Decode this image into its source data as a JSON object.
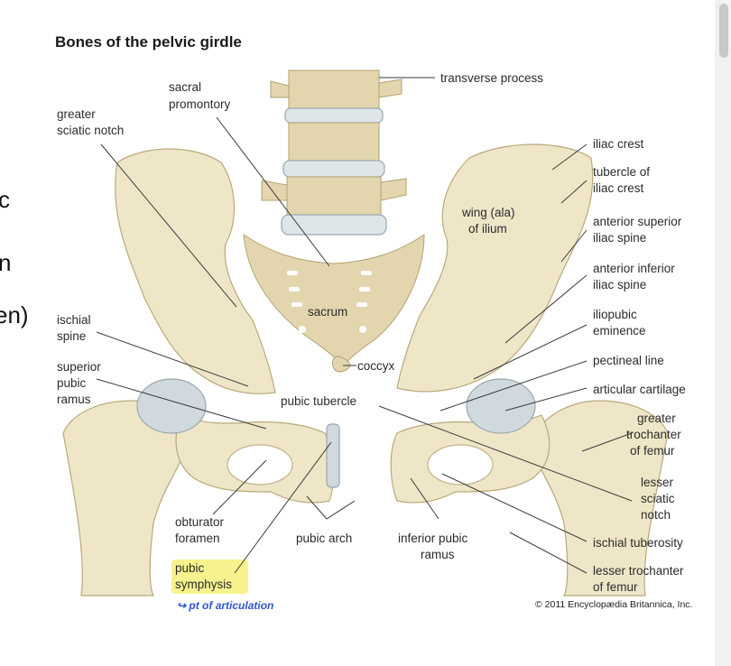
{
  "title": "Bones of the pelvic girdle",
  "labels": {
    "transverse_process": "transverse process",
    "sacral_1": "sacral",
    "sacral_2": "promontory",
    "greater_sciatic_1": "greater",
    "greater_sciatic_2": "sciatic notch",
    "iliac_crest": "iliac crest",
    "tubercle_1": "tubercle of",
    "tubercle_2": "iliac crest",
    "wing_1": "wing (ala)",
    "wing_2": "of ilium",
    "asis_1": "anterior superior",
    "asis_2": "iliac spine",
    "aiis_1": "anterior inferior",
    "aiis_2": "iliac spine",
    "iliopubic_1": "iliopubic",
    "iliopubic_2": "eminence",
    "sacrum": "sacrum",
    "ischial_spine_1": "ischial",
    "ischial_spine_2": "spine",
    "coccyx": "coccyx",
    "pectineal_line": "pectineal line",
    "superior_pubic_1": "superior",
    "superior_pubic_2": "pubic",
    "superior_pubic_3": "ramus",
    "pubic_tubercle": "pubic tubercle",
    "articular_cartilage": "articular cartilage",
    "greater_troch_1": "greater",
    "greater_troch_2": "trochanter",
    "greater_troch_3": "of femur",
    "lesser_sciatic_1": "lesser",
    "lesser_sciatic_2": "sciatic",
    "lesser_sciatic_3": "notch",
    "obturator_1": "obturator",
    "obturator_2": "foramen",
    "pubic_arch": "pubic arch",
    "inferior_pubic_1": "inferior pubic",
    "inferior_pubic_2": "ramus",
    "ischial_tuberosity": "ischial tuberosity",
    "pubic_symphysis_1": "pubic",
    "pubic_symphysis_2": "symphysis",
    "lesser_troch_1": "lesser trochanter",
    "lesser_troch_2": "of femur"
  },
  "copyright": "© 2011 Encyclopædia Britannica, Inc.",
  "annotation": "↪ pt of articulation",
  "left_fragments": [
    "c",
    "n",
    "en)"
  ],
  "colors": {
    "highlight": "#f6f07a",
    "annotation_ink": "#2f55d4",
    "bone": "#efe6c8",
    "cartilage": "#cfd9de"
  }
}
